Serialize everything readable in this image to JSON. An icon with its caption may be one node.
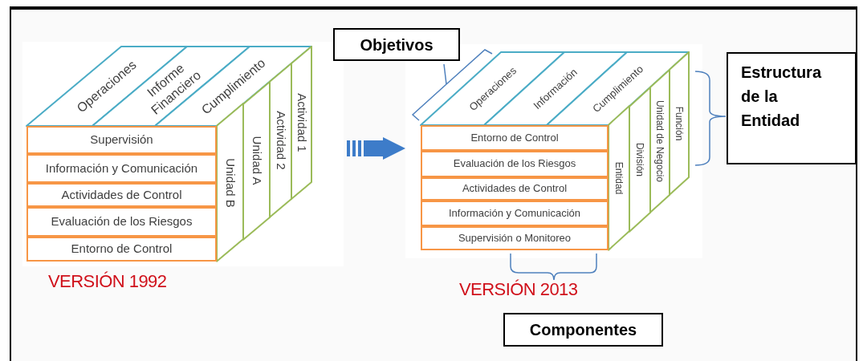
{
  "diagram": {
    "nodes": [
      {
        "text": [],
        "shape": "cube",
        "beside": [
          "VERSIÓN 1992"
        ]
      },
      {
        "text": [
          "Operaciones"
        ],
        "in": 0
      },
      {
        "text": [
          "Informe Financiero"
        ],
        "in": 0
      },
      {
        "text": [
          "Cumplimiento"
        ],
        "in": 0
      },
      {
        "text": [
          "Unidad B"
        ],
        "in": 0
      },
      {
        "text": [
          "Unidad A"
        ],
        "in": 0
      },
      {
        "text": [
          "Actividad 2"
        ],
        "in": 0
      },
      {
        "text": [
          "Actividad 1"
        ],
        "in": 0
      },
      {
        "text": [
          "Supervisión"
        ],
        "in": 0
      },
      {
        "text": [
          "Información y Comunicación"
        ],
        "in": 0
      },
      {
        "text": [
          "Actividades de Control"
        ],
        "in": 0
      },
      {
        "text": [
          "Evaluación de los Riesgos"
        ],
        "in": 0
      },
      {
        "text": [
          "Entorno de Control"
        ],
        "in": 0
      },
      {
        "text": [
          "Objetivos"
        ]
      },
      {
        "text": [],
        "shape": "cube",
        "beside": [
          "VERSIÓN 2013"
        ]
      },
      {
        "text": [
          "Operaciones"
        ],
        "in": 14
      },
      {
        "text": [
          "Información"
        ],
        "in": 14
      },
      {
        "text": [
          "Cumplimiento"
        ],
        "in": 14
      },
      {
        "text": [
          "Entidad"
        ],
        "in": 14
      },
      {
        "text": [
          "División"
        ],
        "in": 14
      },
      {
        "text": [
          "Unidad de Negocio"
        ],
        "in": 14
      },
      {
        "text": [
          "Función"
        ],
        "in": 14
      },
      {
        "text": [
          "Entorno de Control"
        ],
        "in": 14
      },
      {
        "text": [
          "Evaluación de los Riesgos"
        ],
        "in": 14
      },
      {
        "text": [
          "Actividades de Control"
        ],
        "in": 14
      },
      {
        "text": [
          "Información y Comunicación"
        ],
        "in": 14
      },
      {
        "text": [
          "Supervisión o Monitoreo"
        ],
        "in": 14
      },
      {
        "text": [
          "Estructura de la Entidad"
        ]
      },
      {
        "text": [
          "Componentes"
        ]
      }
    ],
    "edges": [
      {
        "from": 0,
        "to": 14,
        "arrow": "to"
      }
    ]
  }
}
